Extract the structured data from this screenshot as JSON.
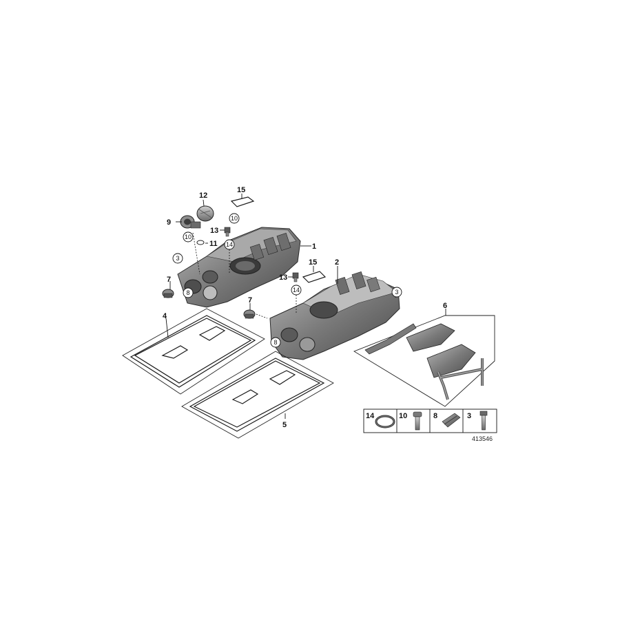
{
  "callouts": {
    "c1": "1",
    "c2": "2",
    "c3a": "3",
    "c3b": "3",
    "c4": "4",
    "c5": "5",
    "c6": "6",
    "c7a": "7",
    "c7b": "7",
    "c8a": "8",
    "c8b": "8",
    "c9": "9",
    "c10a": "10",
    "c10b": "10",
    "c11": "11",
    "c12": "12",
    "c13a": "13",
    "c13b": "13",
    "c14a": "14",
    "c14b": "14",
    "c15a": "15",
    "c15b": "15"
  },
  "parts_legend": [
    {
      "number": "14",
      "icon": "o-ring-icon"
    },
    {
      "number": "10",
      "icon": "bolt-icon"
    },
    {
      "number": "8",
      "icon": "clip-icon"
    },
    {
      "number": "3",
      "icon": "screw-icon"
    }
  ],
  "reference_number": "413546",
  "colors": {
    "part_dark": "#5e5e5e",
    "part_mid": "#8a8a8a",
    "part_light": "#c4c4c4",
    "line": "#111111",
    "background": "#ffffff"
  }
}
